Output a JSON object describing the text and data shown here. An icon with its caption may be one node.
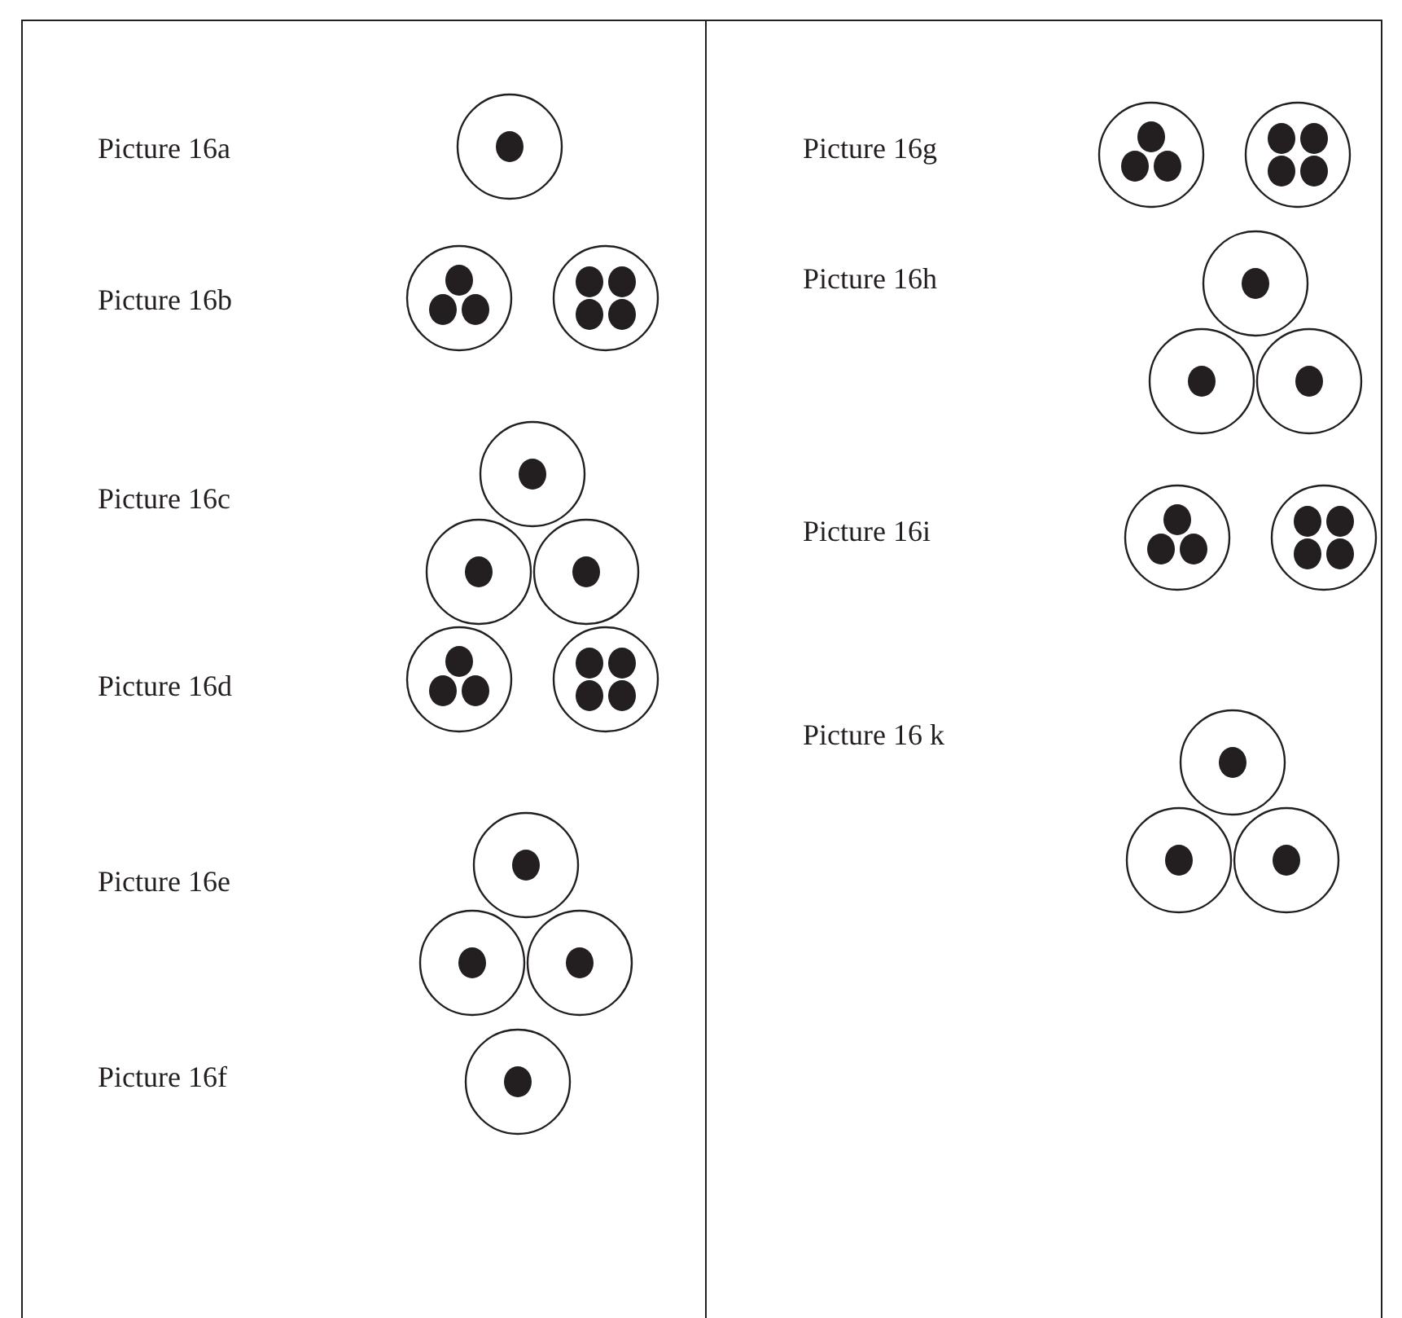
{
  "diagram": {
    "labels": [
      "Picture 16a",
      "Picture 16b",
      "Picture 16c",
      "Picture 16d",
      "Picture 16e",
      "Picture 16f",
      "Picture 16g",
      "Picture 16h",
      "Picture 16i",
      "Picture 16 k"
    ]
  }
}
